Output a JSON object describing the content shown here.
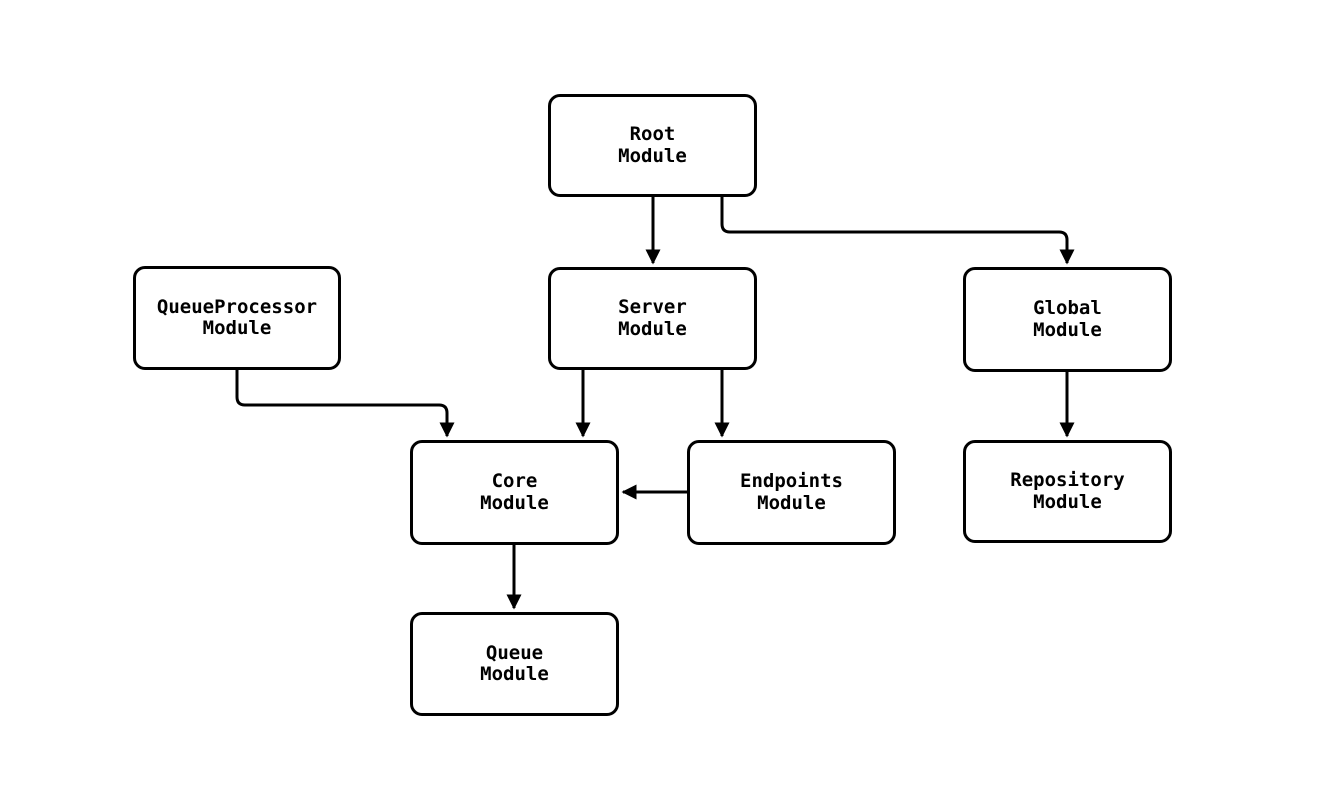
{
  "diagram": {
    "type": "flowchart",
    "nodes": [
      {
        "id": "root",
        "label": "Root\nModule"
      },
      {
        "id": "queueprocessor",
        "label": "QueueProcessor\nModule"
      },
      {
        "id": "server",
        "label": "Server\nModule"
      },
      {
        "id": "global",
        "label": "Global\nModule"
      },
      {
        "id": "core",
        "label": "Core\nModule"
      },
      {
        "id": "endpoints",
        "label": "Endpoints\nModule"
      },
      {
        "id": "repository",
        "label": "Repository\nModule"
      },
      {
        "id": "queue",
        "label": "Queue\nModule"
      }
    ],
    "edges": [
      {
        "from": "Root Module",
        "to": "Server Module"
      },
      {
        "from": "Root Module",
        "to": "Global Module"
      },
      {
        "from": "QueueProcessor Module",
        "to": "Core Module"
      },
      {
        "from": "Server Module",
        "to": "Core Module"
      },
      {
        "from": "Server Module",
        "to": "Endpoints Module"
      },
      {
        "from": "Endpoints Module",
        "to": "Core Module"
      },
      {
        "from": "Global Module",
        "to": "Repository Module"
      },
      {
        "from": "Core Module",
        "to": "Queue Module"
      }
    ],
    "colors": {
      "background": "#ffffff",
      "node_fill": "#ffffff",
      "node_border": "#000000",
      "edge": "#000000",
      "text": "#000000"
    }
  }
}
